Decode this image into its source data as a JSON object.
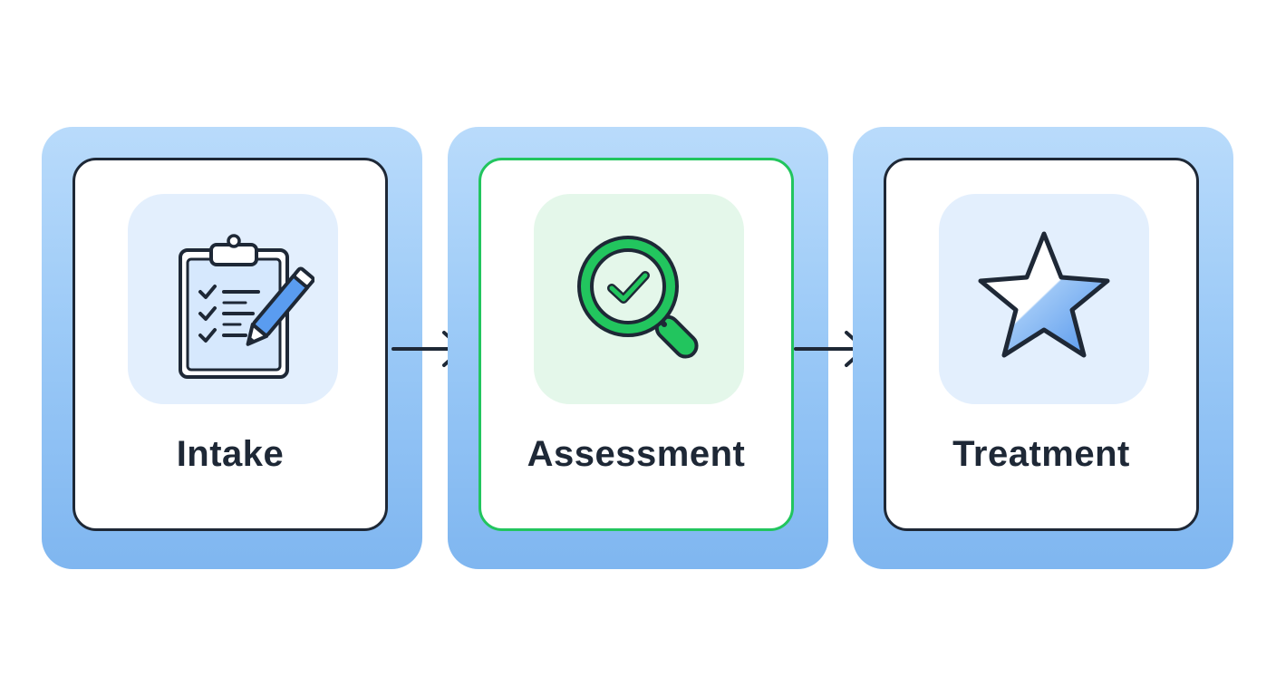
{
  "steps": [
    {
      "label": "Intake",
      "icon": "clipboard-checklist-icon",
      "active": false
    },
    {
      "label": "Assessment",
      "icon": "magnifier-check-icon",
      "active": true
    },
    {
      "label": "Treatment",
      "icon": "star-icon",
      "active": false
    }
  ],
  "colors": {
    "frame_light": "#b9dbfb",
    "frame_dark": "#7fb6f0",
    "outline": "#1e2836",
    "active_accent": "#22c55e",
    "icon_blue": "#5a9cf0",
    "tile_blue": "#e3effd",
    "tile_green": "#e4f7ea"
  }
}
